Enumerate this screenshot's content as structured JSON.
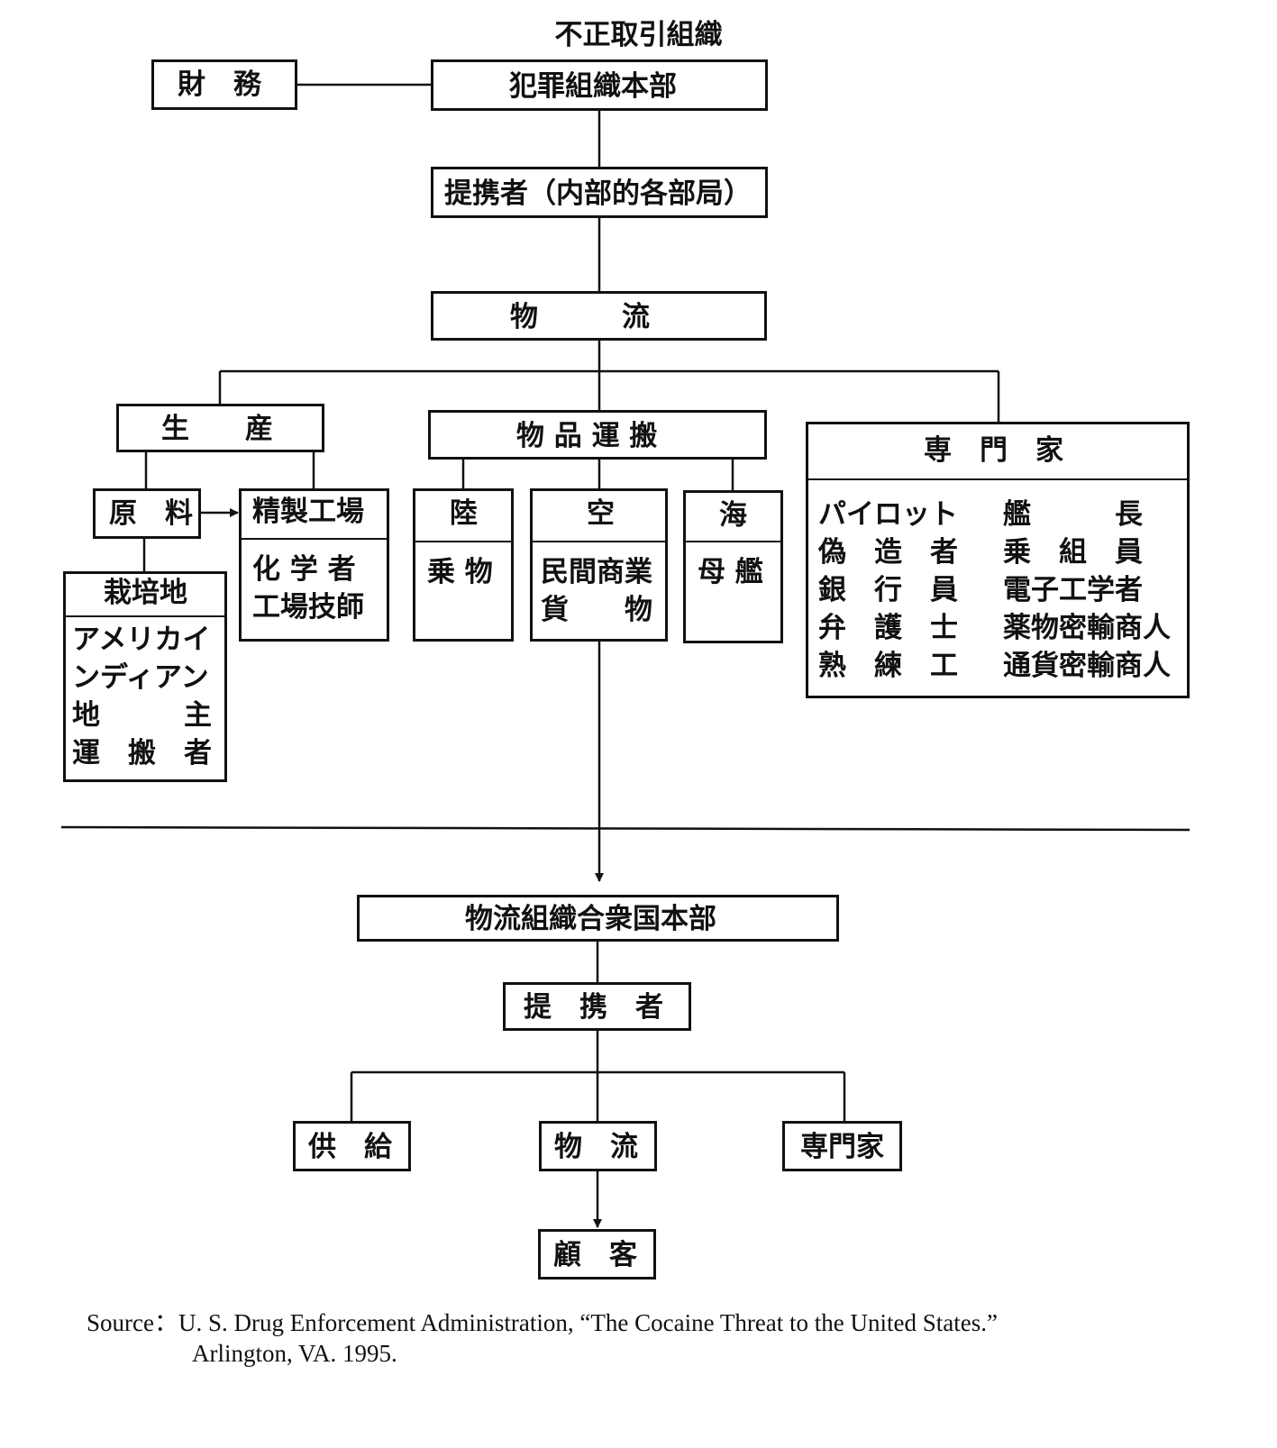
{
  "title": "不正取引組織",
  "finance": "財　務",
  "hq": "犯罪組織本部",
  "affiliates": "提携者（内部的各部局）",
  "logistics": "物　　　流",
  "production": {
    "title": "生　　産",
    "raw_materials": "原　料",
    "refinery": {
      "title": "精製工場",
      "lines": [
        "化 学 者",
        "工場技師"
      ]
    },
    "plantation": {
      "title": "栽培地",
      "lines": [
        "アメリカイ",
        "ンディアン",
        "地　　　主",
        "運　搬　者"
      ]
    }
  },
  "transport": {
    "title": "物 品 運 搬",
    "land": {
      "title": "陸",
      "lines": [
        "乗 物"
      ]
    },
    "air": {
      "title": "空",
      "lines": [
        "民間商業",
        "貨　　物"
      ]
    },
    "sea": {
      "title": "海",
      "lines": [
        "母 艦"
      ]
    }
  },
  "specialists": {
    "title": "専　門　家",
    "left": [
      "パイロット",
      "偽　造　者",
      "銀　行　員",
      "弁　護　士",
      "熟　練　工"
    ],
    "right": [
      "艦　　　長",
      "乗　組　員",
      "電子工学者",
      "薬物密輸商人",
      "通貨密輸商人"
    ]
  },
  "us_hq": "物流組織合衆国本部",
  "us_affiliates": "提　携　者",
  "supply": "供　給",
  "us_logistics": "物　流",
  "us_specialists": "専門家",
  "customers": "顧　客",
  "source": {
    "line1": "Source：U. S. Drug Enforcement Administration, “The Cocaine Threat to the United States.”",
    "line2": "Arlington, VA. 1995."
  }
}
